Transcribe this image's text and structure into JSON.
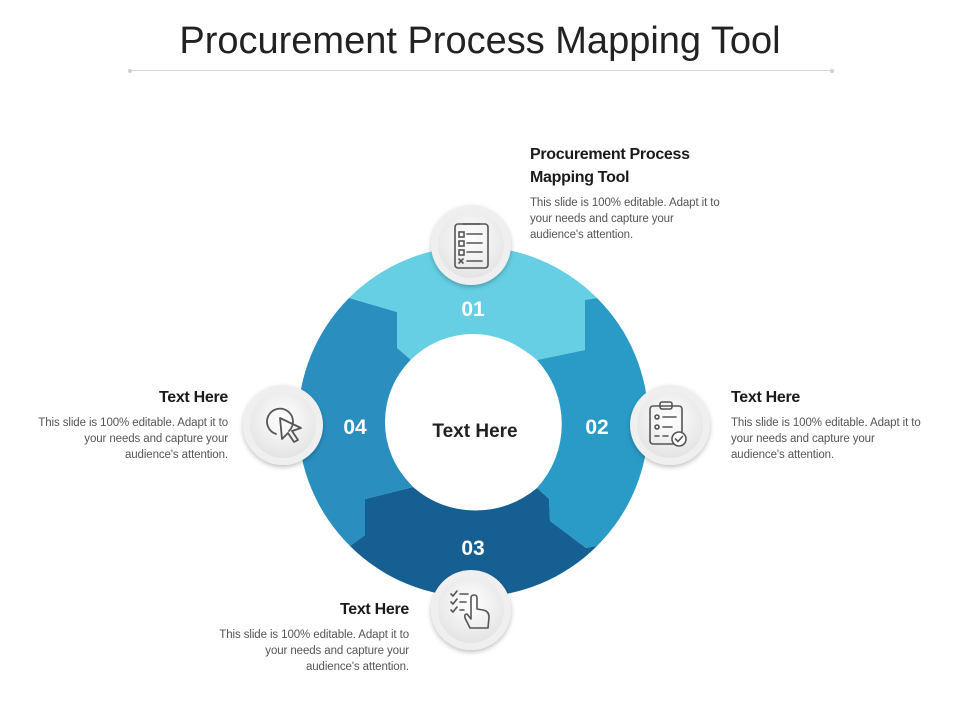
{
  "title": "Procurement Process Mapping Tool",
  "center_label": "Text Here",
  "colors": {
    "segment_01": "#66cfe4",
    "segment_02": "#2a9bc6",
    "segment_03": "#155f93",
    "segment_04": "#2a8fbf",
    "icon_stroke": "#555555"
  },
  "segments": [
    {
      "number": "01",
      "icon": "checklist-icon"
    },
    {
      "number": "02",
      "icon": "clipboard-check-icon"
    },
    {
      "number": "03",
      "icon": "hand-touch-list-icon"
    },
    {
      "number": "04",
      "icon": "cursor-click-icon"
    }
  ],
  "blocks": [
    {
      "heading": "Procurement Process Mapping Tool",
      "body": "This slide is 100% editable. Adapt it to your needs and capture your audience's attention."
    },
    {
      "heading": "Text Here",
      "body": "This slide is 100% editable. Adapt it to your needs and capture your audience's attention."
    },
    {
      "heading": "Text Here",
      "body": "This slide is 100% editable. Adapt it to your needs and capture your audience's attention."
    },
    {
      "heading": "Text Here",
      "body": "This slide is 100% editable. Adapt it to your needs and capture your audience's attention."
    }
  ]
}
